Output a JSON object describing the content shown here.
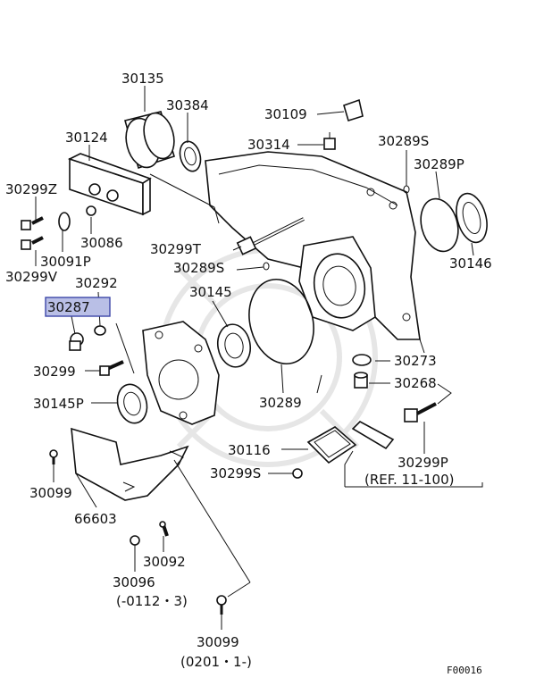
{
  "labels": {
    "p30135": "30135",
    "p30384": "30384",
    "p30109": "30109",
    "p30124": "30124",
    "p30314": "30314",
    "p30289S_top": "30289S",
    "p30289P": "30289P",
    "p30299Z": "30299Z",
    "p30086": "30086",
    "p30299T": "30299T",
    "p30091P": "30091P",
    "p30146": "30146",
    "p30299V": "30299V",
    "p30289S_mid": "30289S",
    "p30292": "30292",
    "p30287": "30287",
    "p30145": "30145",
    "p30273": "30273",
    "p30299": "30299",
    "p30268": "30268",
    "p30145P": "30145P",
    "p30289": "30289",
    "p30116": "30116",
    "p30299P": "30299P",
    "p30299S": "30299S",
    "ref": "(REF. 11-100)",
    "p30099_left": "30099",
    "p66603": "66603",
    "p30092": "30092",
    "p30096": "30096",
    "note30096": "(-0112・3)",
    "p30099_bottom": "30099",
    "note30099": "(0201・1-)",
    "figure_code": "F00016"
  },
  "highlight_color": "#b9bfe6"
}
